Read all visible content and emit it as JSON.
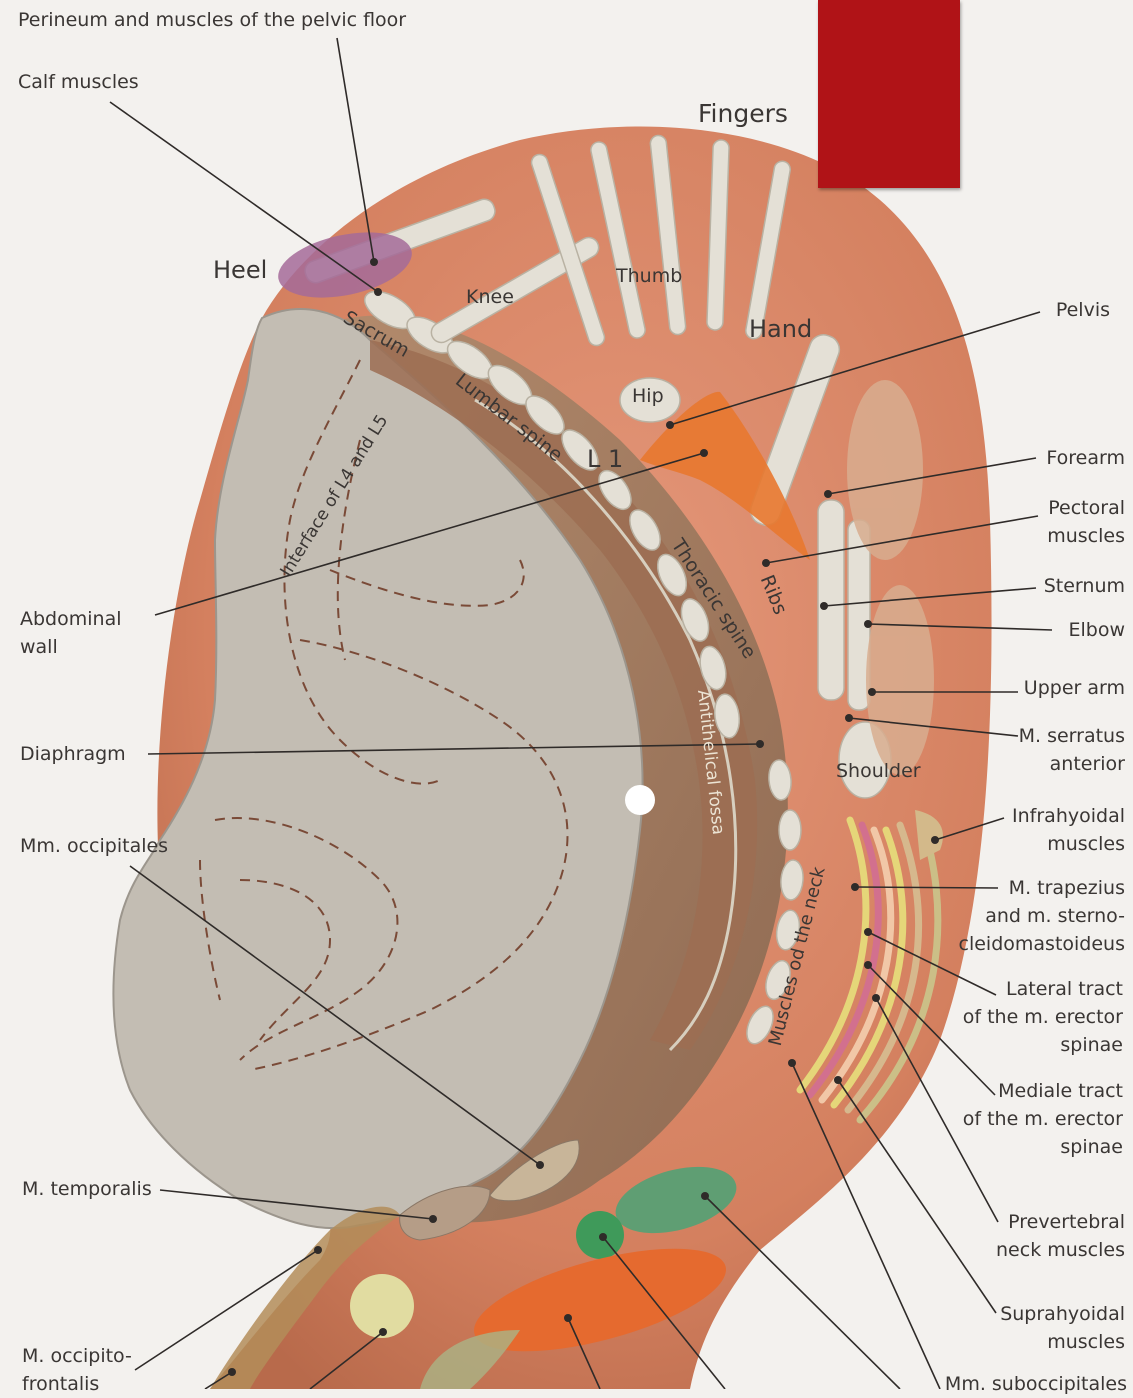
{
  "labels": {
    "perineum": "Perineum and muscles of the pelvic floor",
    "calf": "Calf muscles",
    "fingers": "Fingers",
    "heel": "Heel",
    "thumb": "Thumb",
    "knee": "Knee",
    "sacrum": "Sacrum",
    "hand": "Hand",
    "pelvis": "Pelvis",
    "hip": "Hip",
    "lumbar_spine": "Lumbar spine",
    "l1": "L 1",
    "interface": "Interface of L4 and L5",
    "forearm": "Forearm",
    "pectoral": "Pectoral\nmuscles",
    "ribs": "Ribs",
    "thoracic_spine": "Thoracic spine",
    "sternum": "Sternum",
    "elbow": "Elbow",
    "abdominal_wall": "Abdominal\nwall",
    "upper_arm": "Upper arm",
    "serratus": "M. serratus\nanterior",
    "antihelical_fossa": "Antithelical fossa",
    "diaphragm": "Diaphragm",
    "shoulder": "Shoulder",
    "infrahyoidal": "Infrahyoidal\nmuscles",
    "occipitales": "Mm. occipitales",
    "trapezius": "M. trapezius\nand m. sterno-\ncleidomastoideus",
    "neck_muscles": "Muscles od the neck",
    "lateral_tract": "Lateral tract\nof the m. erector\nspinae",
    "mediale_tract": "Mediale tract\nof the m. erector\nspinae",
    "temporalis": "M. temporalis",
    "prevertebral": "Prevertebral\nneck muscles",
    "suprahyoidal": "Suprahyoidal\nmuscles",
    "occipitofrontalis": "M. occipito-\nfrontalis",
    "suboccipitales": "Mm. suboccipitales"
  },
  "colors": {
    "ear_outer": "#d9876a",
    "ear_inner_gray": "#c3bdb3",
    "concha_brown": "#a77d62",
    "bone": "#e4e0d6",
    "orange_muscle": "#e8782f",
    "lobe_orange": "#e56a2f",
    "green": "#5f9e73",
    "purple": "#a56b99",
    "pink": "#d2708e",
    "yellow": "#e5d679",
    "accent_red": "#b01317"
  }
}
